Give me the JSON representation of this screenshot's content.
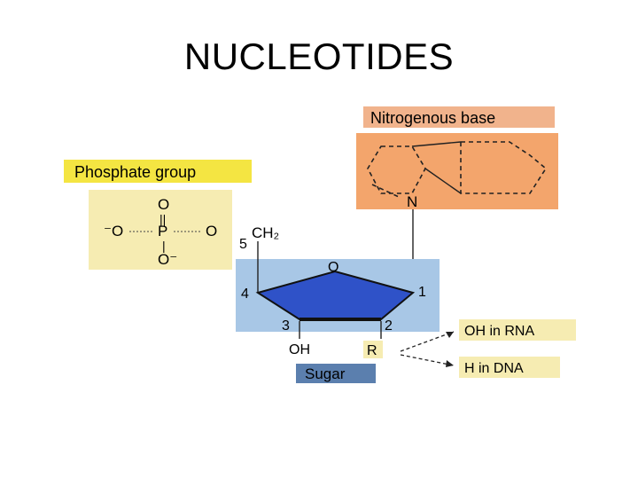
{
  "slide": {
    "title": "NUCLEOTIDES"
  },
  "diagram": {
    "nitrogenous_base": {
      "label": "Nitrogenous base",
      "nitrogen": "N"
    },
    "phosphate": {
      "label": "Phosphate group",
      "top_o": "O",
      "double_bond": "||",
      "p": "P",
      "single_bond": "|",
      "bottom_o": "O⁻",
      "left_o": "⁻O",
      "right_o": "O",
      "carbon5": "CH₂"
    },
    "sugar": {
      "label": "Sugar",
      "ring_o": "O",
      "c1": "1",
      "c2": "2",
      "c3": "3",
      "c4": "4",
      "c5": "5",
      "oh": "OH",
      "r": "R"
    },
    "variants": {
      "rna": "OH in RNA",
      "dna": "H in DNA"
    },
    "colors": {
      "yellow_label": "#f4e542",
      "phosphate_bg": "#f6ecb2",
      "base_bg": "#f3a56c",
      "base_label_bg": "#f1b38c",
      "sugar_bg": "#a8c7e6",
      "sugar_ring": "#2f52c8",
      "sugar_label_bg": "#5b7fae"
    }
  }
}
